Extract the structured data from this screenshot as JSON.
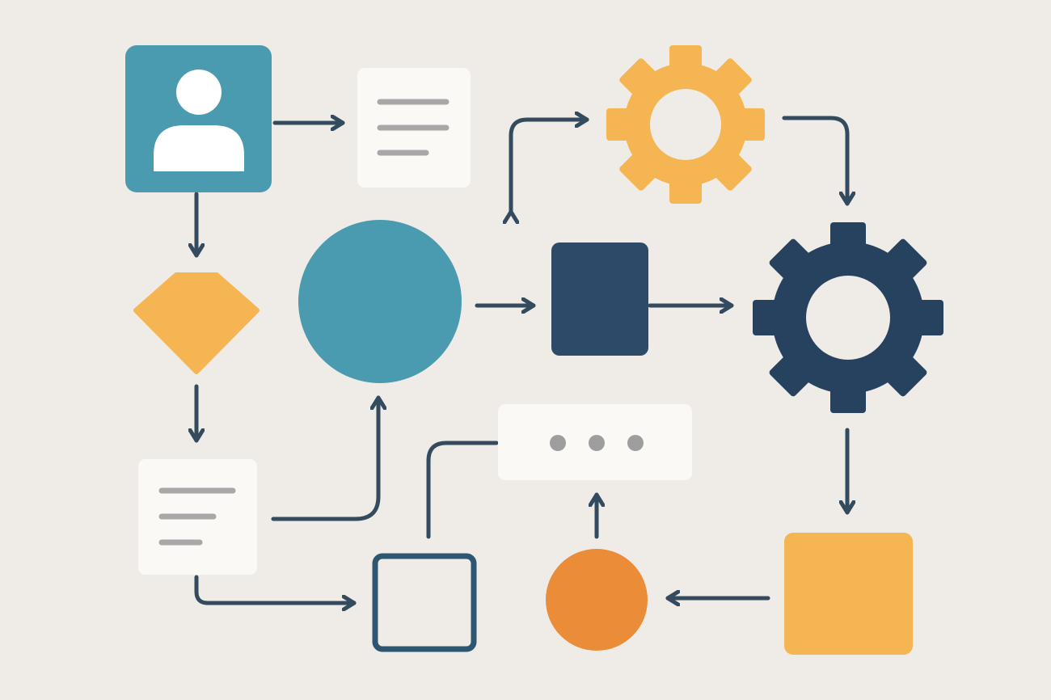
{
  "diagram": {
    "type": "flowchart",
    "title": "",
    "labels": []
  },
  "icons": {
    "start_node": "user-icon",
    "doc_top": "document-lines-icon",
    "doc_bottom": "document-lines-icon",
    "gear_small": "gear-icon",
    "gear_large": "gear-icon",
    "message_box": "ellipsis-icon"
  },
  "colors": {
    "background": "#efece7",
    "teal": "#4a9bb0",
    "navy": "#2d4b68",
    "navy_dark": "#27425e",
    "amber": "#f4b552",
    "orange": "#ea8c38",
    "card": "#fbf9f5",
    "line_gray": "#a8a8a8",
    "dot_gray": "#9e9e9e",
    "arrow": "#344a5e"
  },
  "nodes": [
    {
      "id": "user",
      "shape": "rounded-square",
      "color": "teal"
    },
    {
      "id": "doc-top",
      "shape": "document",
      "color": "card"
    },
    {
      "id": "gear-small",
      "shape": "gear",
      "color": "amber"
    },
    {
      "id": "decision",
      "shape": "diamond",
      "color": "amber"
    },
    {
      "id": "circle-large",
      "shape": "circle",
      "color": "teal"
    },
    {
      "id": "process-square",
      "shape": "rounded-rect",
      "color": "navy"
    },
    {
      "id": "gear-large",
      "shape": "gear",
      "color": "navy_dark"
    },
    {
      "id": "doc-bottom",
      "shape": "document",
      "color": "card"
    },
    {
      "id": "message-box",
      "shape": "pill-rect",
      "color": "card"
    },
    {
      "id": "outline-square",
      "shape": "outlined-square",
      "color": "navy"
    },
    {
      "id": "circle-small",
      "shape": "circle",
      "color": "orange"
    },
    {
      "id": "amber-square",
      "shape": "rounded-square",
      "color": "amber"
    }
  ],
  "edges": [
    {
      "from": "user",
      "to": "doc-top"
    },
    {
      "from": "user",
      "to": "decision"
    },
    {
      "from": "decision",
      "to": "doc-bottom"
    },
    {
      "from": "doc-bottom",
      "to": "circle-large"
    },
    {
      "from": "doc-bottom",
      "to": "outline-square"
    },
    {
      "from": "outline-square",
      "to": "message-box"
    },
    {
      "from": "circle-small",
      "to": "message-box"
    },
    {
      "from": "amber-square",
      "to": "circle-small"
    },
    {
      "from": "gear-large",
      "to": "amber-square"
    },
    {
      "from": "gear-small",
      "to": "gear-large"
    },
    {
      "from": "circle-large",
      "to": "process-square"
    },
    {
      "from": "process-square",
      "to": "gear-large"
    },
    {
      "from": "junction",
      "to": "gear-small",
      "bidirectional": true
    }
  ]
}
